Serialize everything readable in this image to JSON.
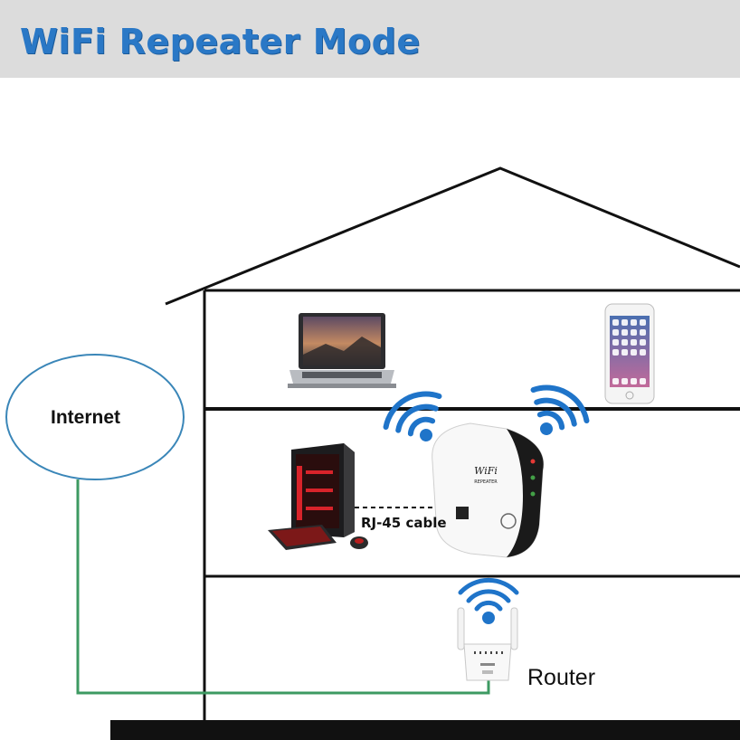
{
  "title": "WiFi Repeater Mode",
  "labels": {
    "internet": "Internet",
    "cable": "RJ-45 cable",
    "router": "Router"
  },
  "repeater": {
    "brand_line1": "WiFi",
    "brand_line2": "REPEATER"
  },
  "icons": [
    "laptop-icon",
    "smartphone-icon",
    "desktop-computer-icon",
    "keyboard-icon",
    "mouse-icon",
    "wifi-repeater-device",
    "router-device",
    "wifi-signal-icon"
  ],
  "colors": {
    "title": "#2a78c6",
    "header_bg": "#dcdcdc",
    "internet_circle": "#3a86b8",
    "internet_line": "#3d9a62",
    "wifi_signal": "#1f74c9"
  }
}
